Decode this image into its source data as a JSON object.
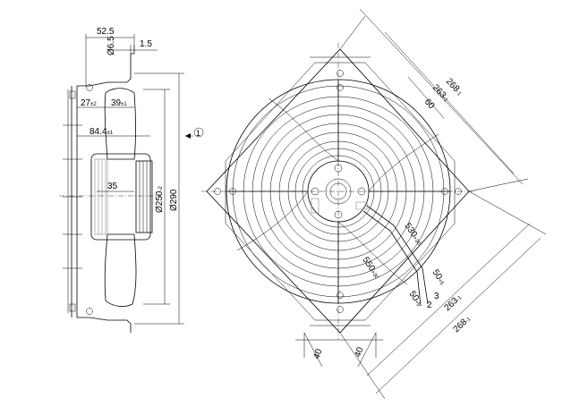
{
  "side_view": {
    "dim_52_5": "52.5",
    "dim_d6_5": "Ø6.5",
    "dim_1_5": "1.5",
    "dim_27": "27",
    "dim_27_tol": "±2",
    "dim_39": "39",
    "dim_39_tol": "±1",
    "dim_84_4": "84.4",
    "dim_84_4_tol": "±1",
    "dim_35": "35",
    "dim_d250": "Ø250",
    "dim_d250_tol": "-2",
    "dim_d290": "Ø290",
    "view_marker": "1"
  },
  "front_view": {
    "dim_268_top": "268",
    "dim_268_top_tol": "-1",
    "dim_263_top": "263",
    "dim_263_top_tol": "-1",
    "dim_60": "60",
    "dim_530": "530",
    "dim_530_tol": "+30",
    "dim_550": "550",
    "dim_550_tol": "+30",
    "dim_50_a": "50",
    "dim_50_a_tol": "+5",
    "dim_50_b": "50",
    "dim_50_b_tol": "+5",
    "label_2": "2",
    "label_3": "3",
    "dim_263_bottom": "263",
    "dim_263_bottom_tol": "-1",
    "dim_268_bottom": "268",
    "dim_268_bottom_tol": "-1",
    "dim_40_left": "40",
    "dim_40_right": "40"
  },
  "colors": {
    "line": "#000000",
    "housing_grey": "#888888",
    "background": "#ffffff"
  }
}
